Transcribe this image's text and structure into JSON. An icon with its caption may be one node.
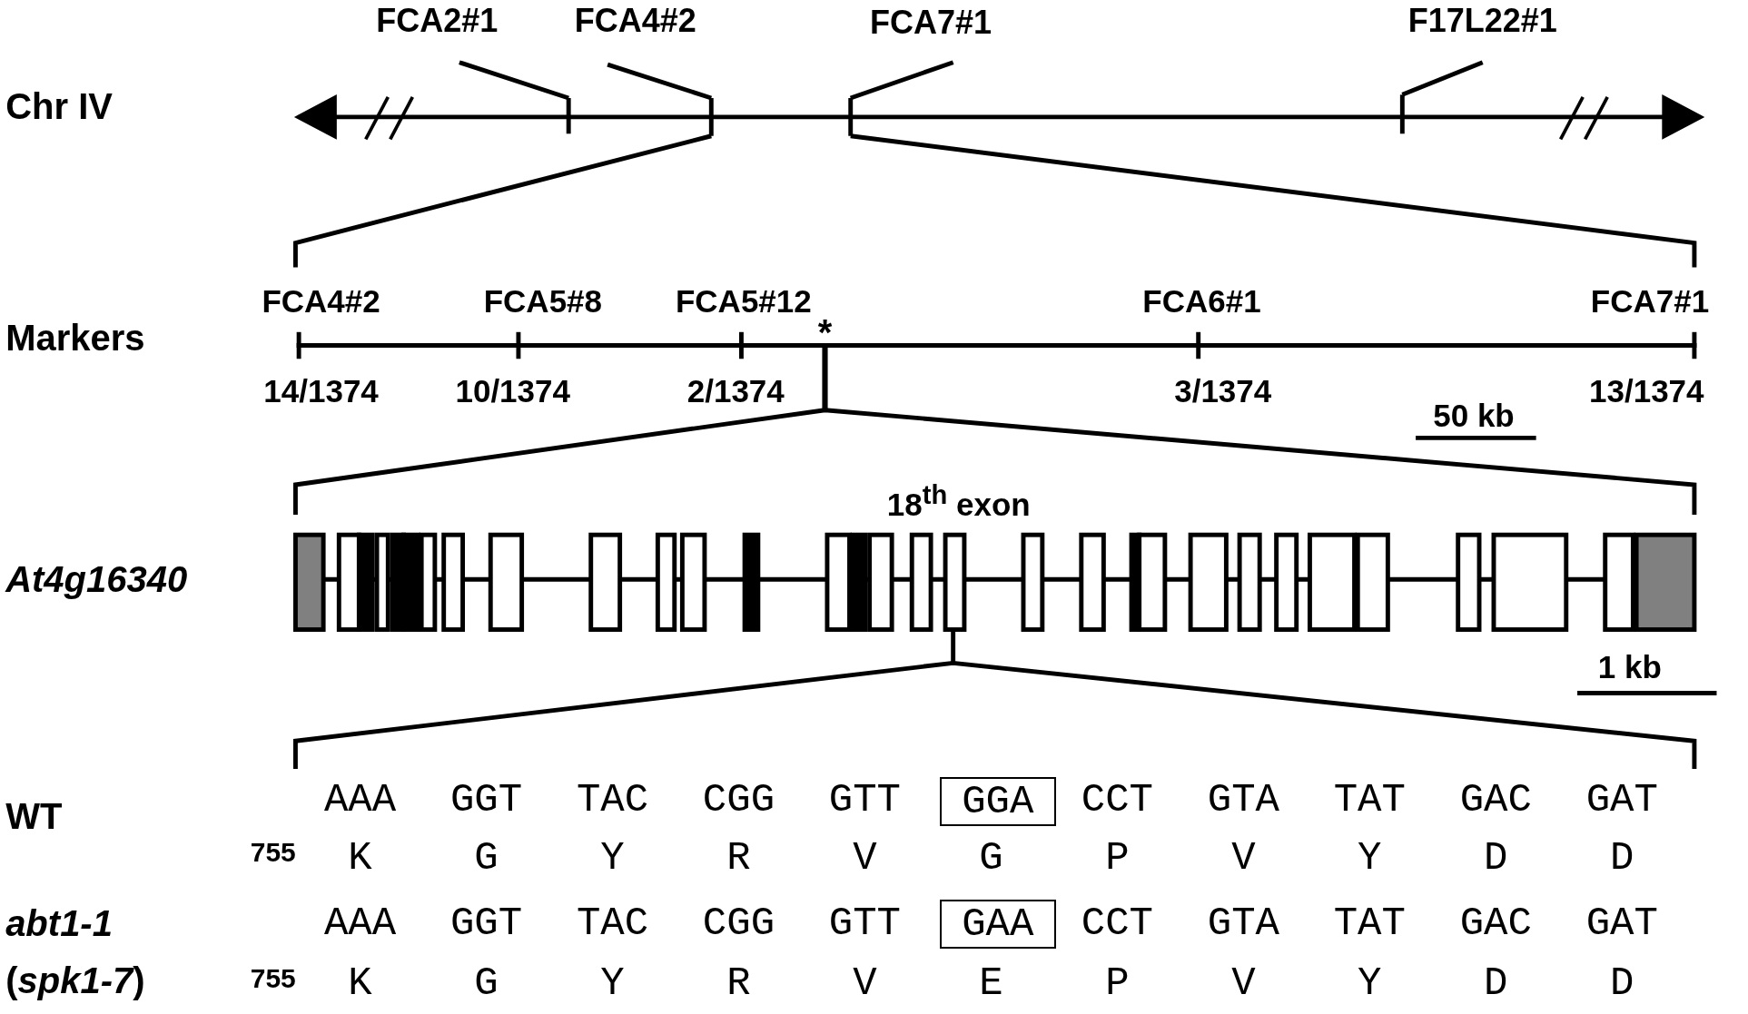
{
  "diagram": {
    "nodes": [
      {
        "text": [
          "FCA2#1"
        ]
      },
      {
        "text": [
          "FCA4#2"
        ]
      },
      {
        "text": [
          "FCA7#1"
        ]
      },
      {
        "text": [
          "F17L22#1"
        ]
      },
      {
        "text": [
          "GGA"
        ]
      },
      {
        "text": [
          "GAA"
        ]
      },
      {
        "text": [],
        "shape": "bar"
      },
      {
        "text": [],
        "shape": "bar"
      },
      {
        "text": [],
        "shape": "bar"
      },
      {
        "text": [],
        "shape": "bar"
      }
    ],
    "edges": [
      {
        "from": 0,
        "to": 6,
        "arrow": "none"
      },
      {
        "from": 1,
        "to": 7,
        "arrow": "none"
      },
      {
        "from": 2,
        "to": 8,
        "arrow": "none"
      },
      {
        "from": 3,
        "to": 9,
        "arrow": "none"
      }
    ],
    "labels": [
      "Chr IV",
      "FCA4#2",
      "FCA5#8",
      "FCA5#12",
      "FCA6#1",
      "FCA7#1",
      "Markers",
      "*",
      "14/1374",
      "10/1374",
      "2/1374",
      "3/1374",
      "13/1374",
      "50 kb",
      "18$^{th}$ exon",
      "At4g16340",
      "1 kb",
      "WT",
      "AAA",
      "GGT",
      "TAC",
      "CGG",
      "GTT",
      "CCT",
      "GTA",
      "TAT",
      "GAC",
      "GAT",
      "755",
      "K",
      "G",
      "Y",
      "R",
      "V",
      "G",
      "P",
      "V",
      "Y",
      "D",
      "D",
      "abt1-1",
      "AAA",
      "GGT",
      "TAC",
      "CGG",
      "GTT",
      "CCT",
      "GTA",
      "TAT",
      "GAC",
      "GAT",
      "(*spk1-7*)",
      "755",
      "K",
      "G",
      "Y",
      "R",
      "V",
      "E",
      "P",
      "V",
      "Y",
      "D",
      "D"
    ]
  }
}
